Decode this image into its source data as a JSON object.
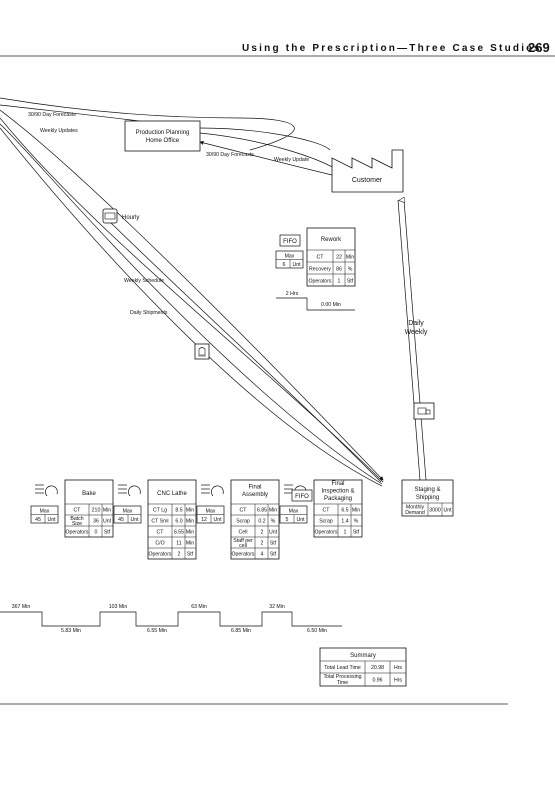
{
  "header": {
    "running_title": "Using the Prescription—Three Case Studies",
    "page_number": "269"
  },
  "info_flows": {
    "forecast_top": "30/90 Day Forecasts",
    "updates_top": "Weekly Updates",
    "forecast_customer": "30/90 Day Forecasts",
    "updates_customer": "Weekly Update",
    "hourly": "Hourly",
    "weekly_schedule": "Weekly Schedule",
    "daily_shipments": "Daily Shipments",
    "daily_weekly": [
      "Daily",
      "Weekly"
    ]
  },
  "production_planning": [
    "Production Planning",
    "Home Office"
  ],
  "customer": "Customer",
  "rework": {
    "title": "Rework",
    "fifo": "FIFO",
    "max_rows": [
      [
        "Max",
        ""
      ],
      [
        "6",
        "Unt"
      ]
    ],
    "rows": [
      [
        "CT",
        "22",
        "Min"
      ],
      [
        "Recovery",
        "86",
        "%"
      ],
      [
        "Operators",
        "1",
        "Stf"
      ]
    ],
    "wait": "2 Hrs",
    "proc": "0.00 Min"
  },
  "processes": [
    {
      "title": [
        "Bake"
      ],
      "inv": [
        [
          "Max",
          ""
        ],
        [
          "45",
          "Unt"
        ]
      ],
      "rows": [
        [
          "CT",
          "210",
          "Min"
        ],
        [
          "Batch Size",
          "36",
          "Unt"
        ],
        [
          "Operators",
          "0",
          "Stf"
        ]
      ]
    },
    {
      "title": [
        "CNC Lathe"
      ],
      "inv": [
        [
          "Max",
          ""
        ],
        [
          "45",
          "Unt"
        ]
      ],
      "rows": [
        [
          "CT Lg",
          "8.5",
          "Min"
        ],
        [
          "CT Sml",
          "6.0",
          "Min"
        ],
        [
          "CT",
          "6.55",
          "Min"
        ],
        [
          "C/O",
          "11",
          "Min"
        ],
        [
          "Operators",
          "2",
          "Stf"
        ]
      ]
    },
    {
      "title": [
        "Final",
        "Assembly"
      ],
      "inv": [
        [
          "Max",
          ""
        ],
        [
          "12",
          "Unt"
        ]
      ],
      "rows": [
        [
          "CT",
          "6.85",
          "Min"
        ],
        [
          "Scrap",
          "0.2",
          "%"
        ],
        [
          "Cell",
          "2",
          "Unt"
        ],
        [
          "Staff per cell",
          "2",
          "Stf"
        ],
        [
          "Operators",
          "4",
          "Stf"
        ]
      ]
    },
    {
      "title": [
        "Final",
        "Inspection &",
        "Packaging"
      ],
      "fifo": "FIFO",
      "inv": [
        [
          "Max",
          ""
        ],
        [
          "5",
          "Unt"
        ]
      ],
      "rows": [
        [
          "CT",
          "6.5",
          "Min"
        ],
        [
          "Scrap",
          "1.4",
          "%"
        ],
        [
          "Operators",
          "1",
          "Stf"
        ]
      ]
    }
  ],
  "staging": {
    "title": [
      "Staging &",
      "Shipping"
    ],
    "rows": [
      [
        "Monthly Demand",
        "3000",
        "Unt"
      ]
    ]
  },
  "timeline": {
    "waits": [
      "367 Min",
      "103 Min",
      "63 Min",
      "32 Min"
    ],
    "procs": [
      "5.83 Min",
      "6.55 Min",
      "6.85 Min",
      "6.50 Min"
    ]
  },
  "summary": {
    "title": "Summary",
    "rows": [
      [
        "Total Lead Time",
        "20.98",
        "Hrs"
      ],
      [
        "Total Processing Time",
        "0.96",
        "Hrs"
      ]
    ]
  }
}
